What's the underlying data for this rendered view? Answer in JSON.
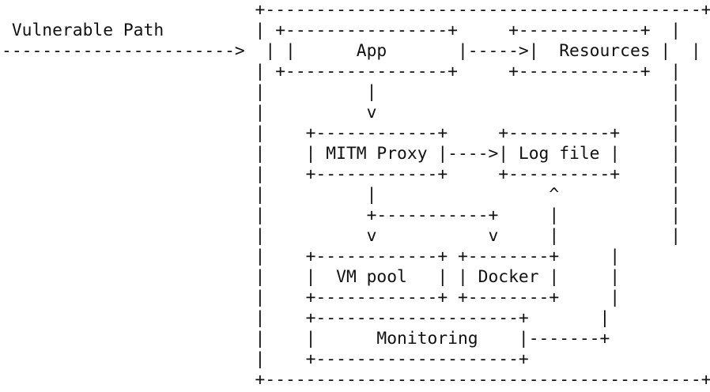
{
  "diagram": {
    "lines": [
      "                         +-------------------------------------------+",
      " Vulnerable Path         | +----------------+     +------------+  |",
      "----------------------->  | |      App       |----->|  Resources |  |",
      "                         | +----------------+     +------------+  |",
      "                         |          |                             |",
      "                         |          v                             |",
      "                         |    +------------+     +----------+     |",
      "                         |    | MITM Proxy |---->| Log file |     |",
      "                         |    +------------+     +----------+     |",
      "                         |          |                 ^           |",
      "                         |          +-----------+     |           |",
      "                         |          v           v     |           |",
      "                         |    +------------+ +--------+     |           |",
      "                         |    |  VM pool   | | Docker |     |           |",
      "                         |    +------------+ +--------+     |           |",
      "                         |    +--------------------+       |           |",
      "                         |    |      Monitoring    |-------+           |",
      "                         |    +--------------------+                   |",
      "                         +-------------------------------------------+"
    ],
    "labels": {
      "vulnerable_path": "Vulnerable Path",
      "app": "App",
      "resources": "Resources",
      "mitm_proxy": "MITM Proxy",
      "log_file": "Log file",
      "vm_pool": "VM pool",
      "docker": "Docker",
      "monitoring": "Monitoring"
    }
  }
}
